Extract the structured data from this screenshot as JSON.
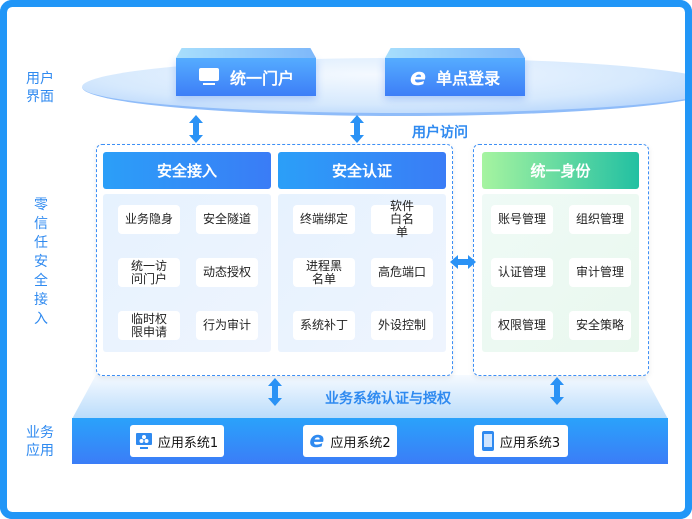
{
  "layers": {
    "user_ui": "用户界面",
    "zero_trust": "零信任安全接入",
    "business_apps": "业务应用"
  },
  "portals": [
    {
      "label": "统一门户",
      "icon": "monitor-icon"
    },
    {
      "label": "单点登录",
      "icon": "ie-browser-icon"
    }
  ],
  "user_access_label": "用户访问",
  "modules": [
    {
      "title": "安全接入",
      "items": [
        "业务隐身",
        "安全隧道",
        "统一访问门户",
        "动态授权",
        "临时权限申请",
        "行为审计"
      ]
    },
    {
      "title": "安全认证",
      "items": [
        "终端绑定",
        "软件白名单",
        "进程黑名单",
        "高危端口",
        "系统补丁",
        "外设控制"
      ]
    },
    {
      "title": "统一身份",
      "items": [
        "账号管理",
        "组织管理",
        "认证管理",
        "审计管理",
        "权限管理",
        "安全策略"
      ]
    }
  ],
  "auth_label": "业务系统认证与授权",
  "apps": [
    {
      "label": "应用系统1",
      "icon": "desktop-app-icon"
    },
    {
      "label": "应用系统2",
      "icon": "ie-browser-icon"
    },
    {
      "label": "应用系统3",
      "icon": "mobile-app-icon"
    }
  ],
  "colors": {
    "frame": "#2196f7",
    "primary": "#3a7cf6",
    "green_start": "#a6f4a0",
    "green_end": "#22c0a2"
  }
}
